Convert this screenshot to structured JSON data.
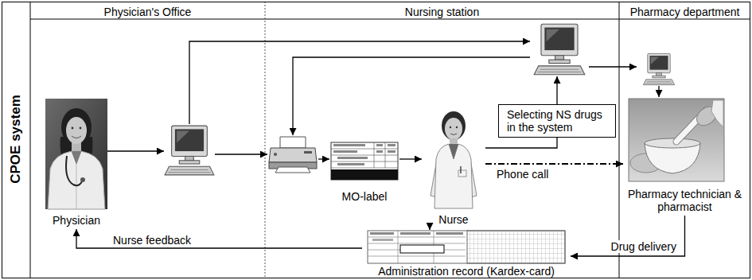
{
  "diagram": {
    "nodes": [
      {
        "text": [
          "CPOE system"
        ]
      },
      {
        "text": [
          "Physician's Office"
        ],
        "in": 0
      },
      {
        "text": [
          "Nursing station"
        ],
        "in": 0
      },
      {
        "text": [
          "Pharmacy department"
        ],
        "in": 0
      },
      {
        "text": [
          "Physician"
        ],
        "in": 1
      },
      {
        "text": [],
        "in": 1
      },
      {
        "text": [],
        "in": 2
      },
      {
        "text": [
          "MO-label"
        ],
        "in": 2
      },
      {
        "text": [
          "Nurse"
        ],
        "in": 2
      },
      {
        "text": [],
        "in": 2
      },
      {
        "text": [],
        "in": 3
      },
      {
        "text": [
          "Pharmacy technician & pharmacist"
        ],
        "in": 3
      },
      {
        "text": [
          "Administration record (Kardex-card)"
        ],
        "in": 0
      }
    ],
    "edges": [
      {
        "from": 4,
        "to": 5,
        "arrow": "to"
      },
      {
        "from": 5,
        "to": 6,
        "arrow": "to"
      },
      {
        "from": 5,
        "to": 9,
        "arrow": "to"
      },
      {
        "from": 9,
        "to": 6,
        "arrow": "to"
      },
      {
        "from": 9,
        "to": 10,
        "arrow": "to"
      },
      {
        "from": 10,
        "to": 11,
        "arrow": "to"
      },
      {
        "from": 6,
        "to": 7,
        "arrow": "to"
      },
      {
        "from": 7,
        "to": 8,
        "arrow": "to"
      },
      {
        "from": 8,
        "to": 9,
        "label": "Selecting NS drugs in the system",
        "arrow": "to"
      },
      {
        "from": 8,
        "to": 11,
        "label": "Phone call",
        "arrow": "to"
      },
      {
        "from": 8,
        "to": 12,
        "arrow": "to"
      },
      {
        "from": 11,
        "to": 12,
        "label": "Drug delivery",
        "arrow": "to"
      },
      {
        "from": 12,
        "to": 4,
        "label": "Nurse feedback",
        "arrow": "to"
      }
    ]
  }
}
